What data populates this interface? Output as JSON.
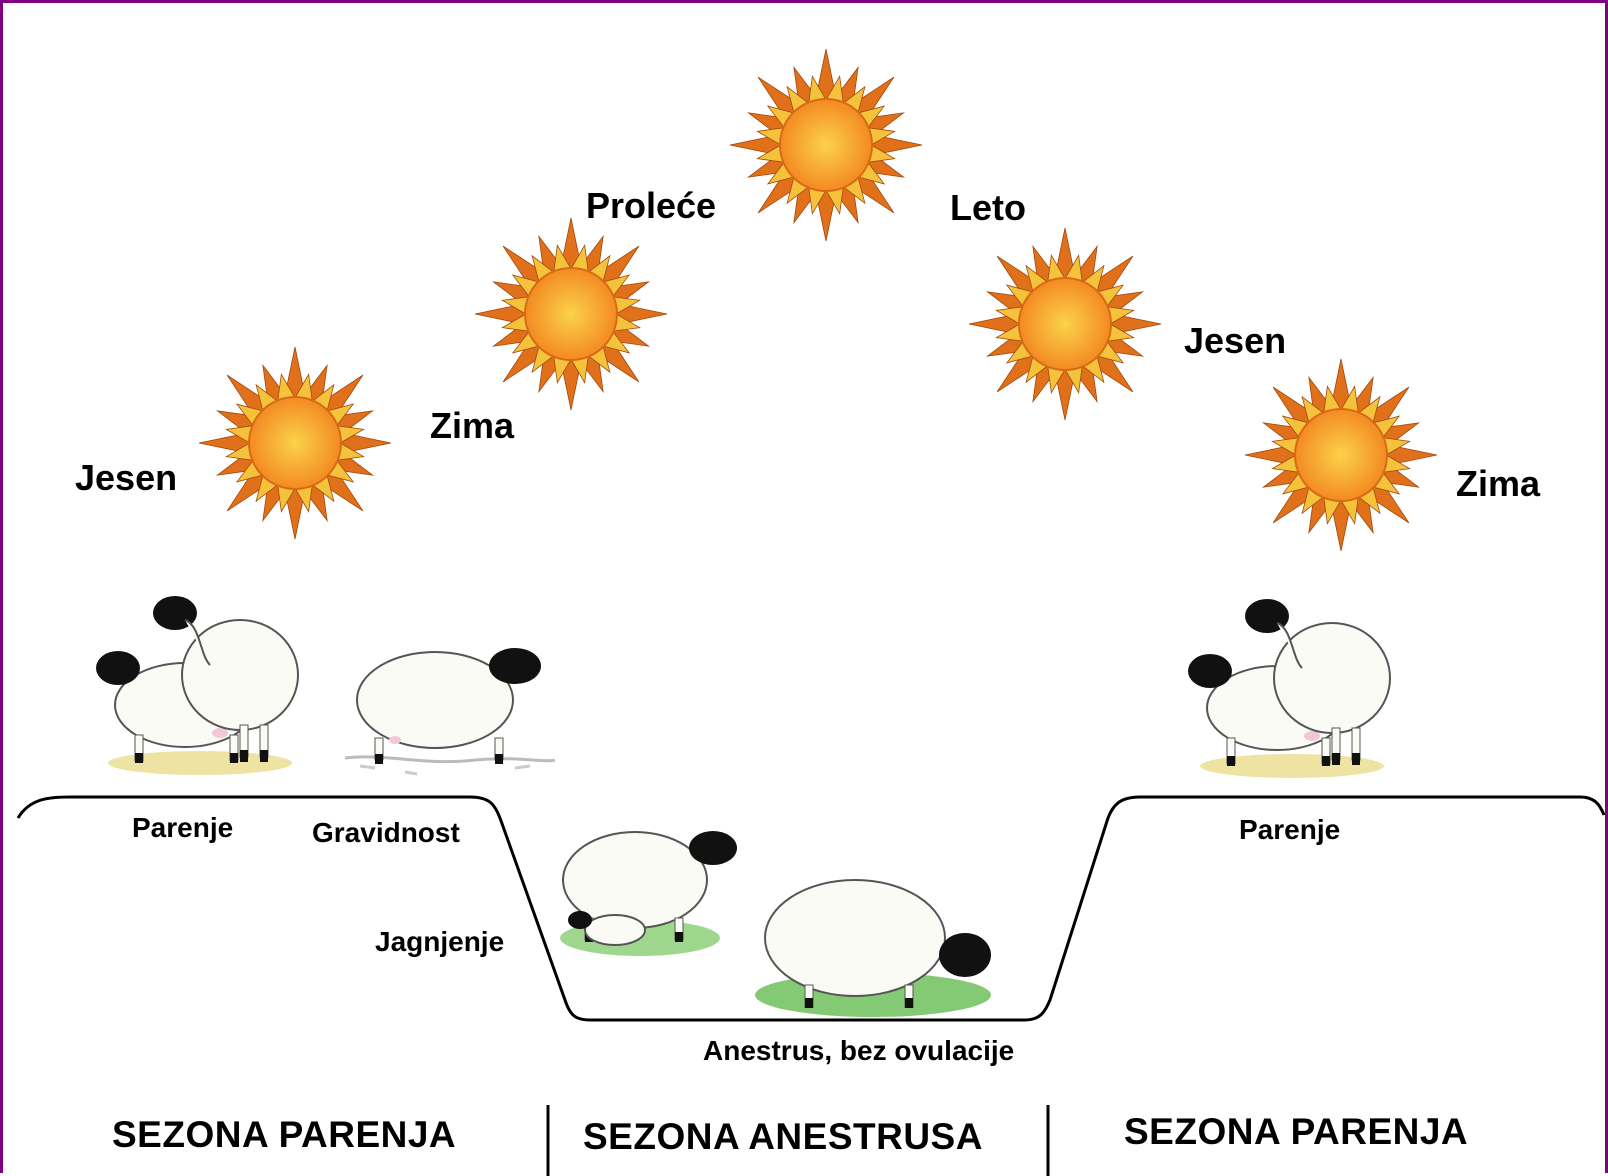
{
  "seasons": [
    {
      "label": "Jesen"
    },
    {
      "label": "Zima"
    },
    {
      "label": "Proleće"
    },
    {
      "label": "Leto"
    },
    {
      "label": "Jesen"
    },
    {
      "label": "Zima"
    }
  ],
  "stages": {
    "mating_left": "Parenje",
    "pregnancy": "Gravidnost",
    "lambing": "Jagnjenje",
    "anestrus": "Anestrus, bez ovulacije",
    "mating_right": "Parenje"
  },
  "zones": [
    {
      "label": "SEZONA PARENJA"
    },
    {
      "label": "SEZONA ANESTRUSA"
    },
    {
      "label": "SEZONA PARENJA"
    }
  ],
  "colors": {
    "frame": "#800080",
    "sun_outer_rays": "#e0701a",
    "sun_inner_rays": "#f5c33b",
    "sun_core": "#f79a2a",
    "ground_line": "#000000",
    "grass": "#8fd07a",
    "sand": "#efe3a3"
  },
  "icons": {
    "sun": "sun-icon",
    "sheep_mating": "sheep-mating-icon",
    "sheep_pregnant": "sheep-pregnant-icon",
    "sheep_lambing": "sheep-with-lamb-icon",
    "sheep_grazing": "sheep-grazing-icon"
  }
}
